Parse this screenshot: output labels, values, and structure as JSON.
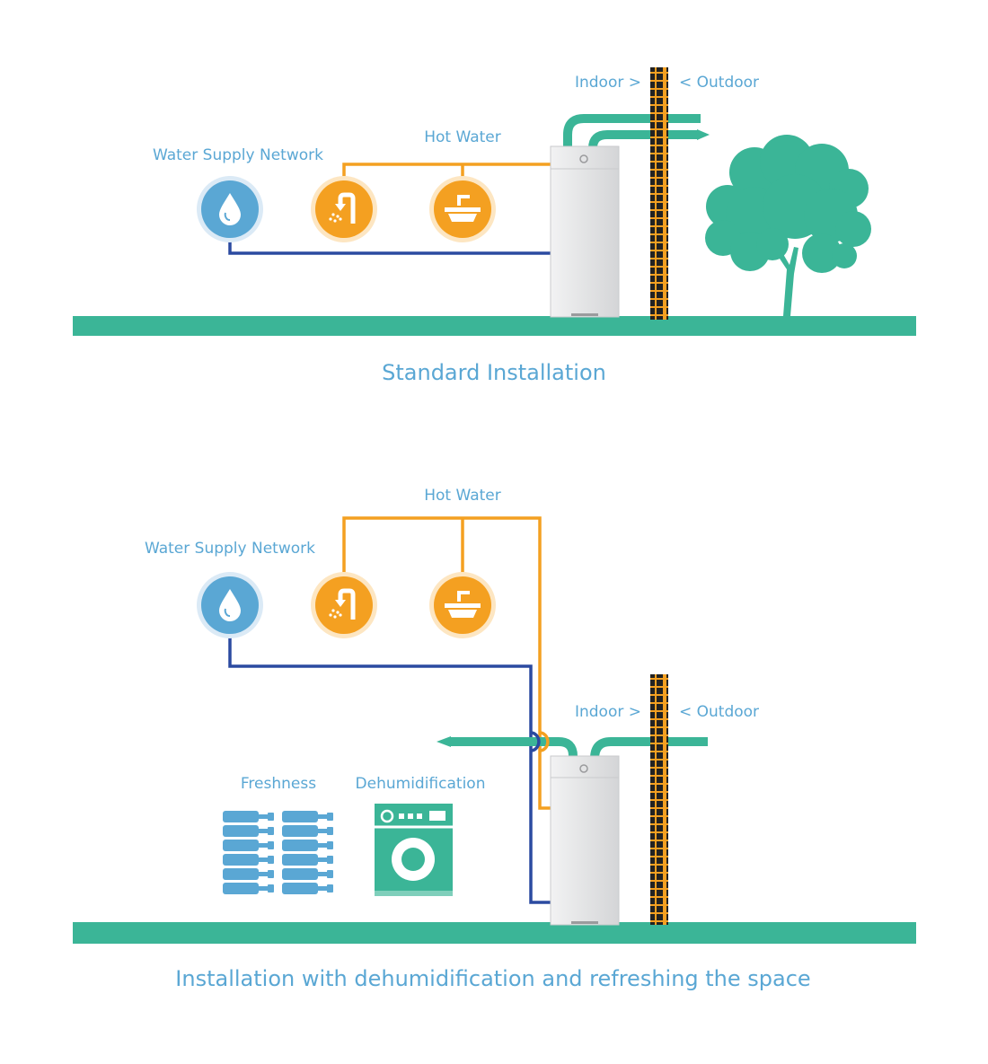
{
  "colors": {
    "ground": "#3bb597",
    "label_blue": "#5aa7d4",
    "orange": "#f4a021",
    "water_blue": "#5aa7d4",
    "pipe_blue": "#2b4aa0",
    "duct_green": "#3bb597",
    "wall_black": "#222222",
    "unit_grey": "#e6e7e8"
  },
  "icons": {
    "water": "water-drop-icon",
    "shower": "shower-icon",
    "sink": "sink-icon",
    "tree": "tree-icon",
    "freshness": "bottles-icon",
    "dehumidification": "washing-machine-icon"
  },
  "standard": {
    "water_supply_label": "Water Supply Network",
    "hot_water_label": "Hot Water",
    "indoor_label": "Indoor >",
    "outdoor_label": "< Outdoor",
    "caption": "Standard Installation"
  },
  "dehumid": {
    "water_supply_label": "Water Supply Network",
    "hot_water_label": "Hot Water",
    "indoor_label": "Indoor >",
    "outdoor_label": "< Outdoor",
    "freshness_label": "Freshness",
    "dehumidification_label": "Dehumidification",
    "caption": "Installation with dehumidification and refreshing the space"
  }
}
